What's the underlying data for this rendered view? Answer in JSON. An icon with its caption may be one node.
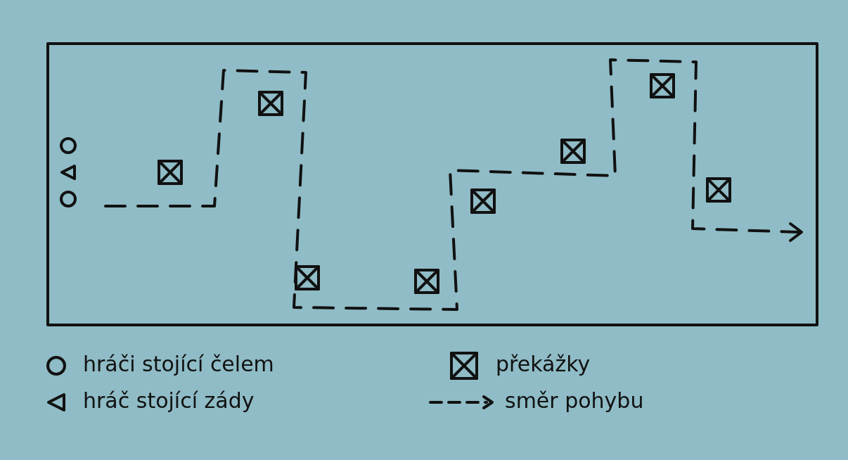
{
  "diagram": {
    "legend": [
      {
        "text": "hráči stojící čelem"
      },
      {
        "text": "hráč stojící zády"
      },
      {
        "text": "překážky"
      },
      {
        "text": "směr pohybu"
      }
    ]
  }
}
